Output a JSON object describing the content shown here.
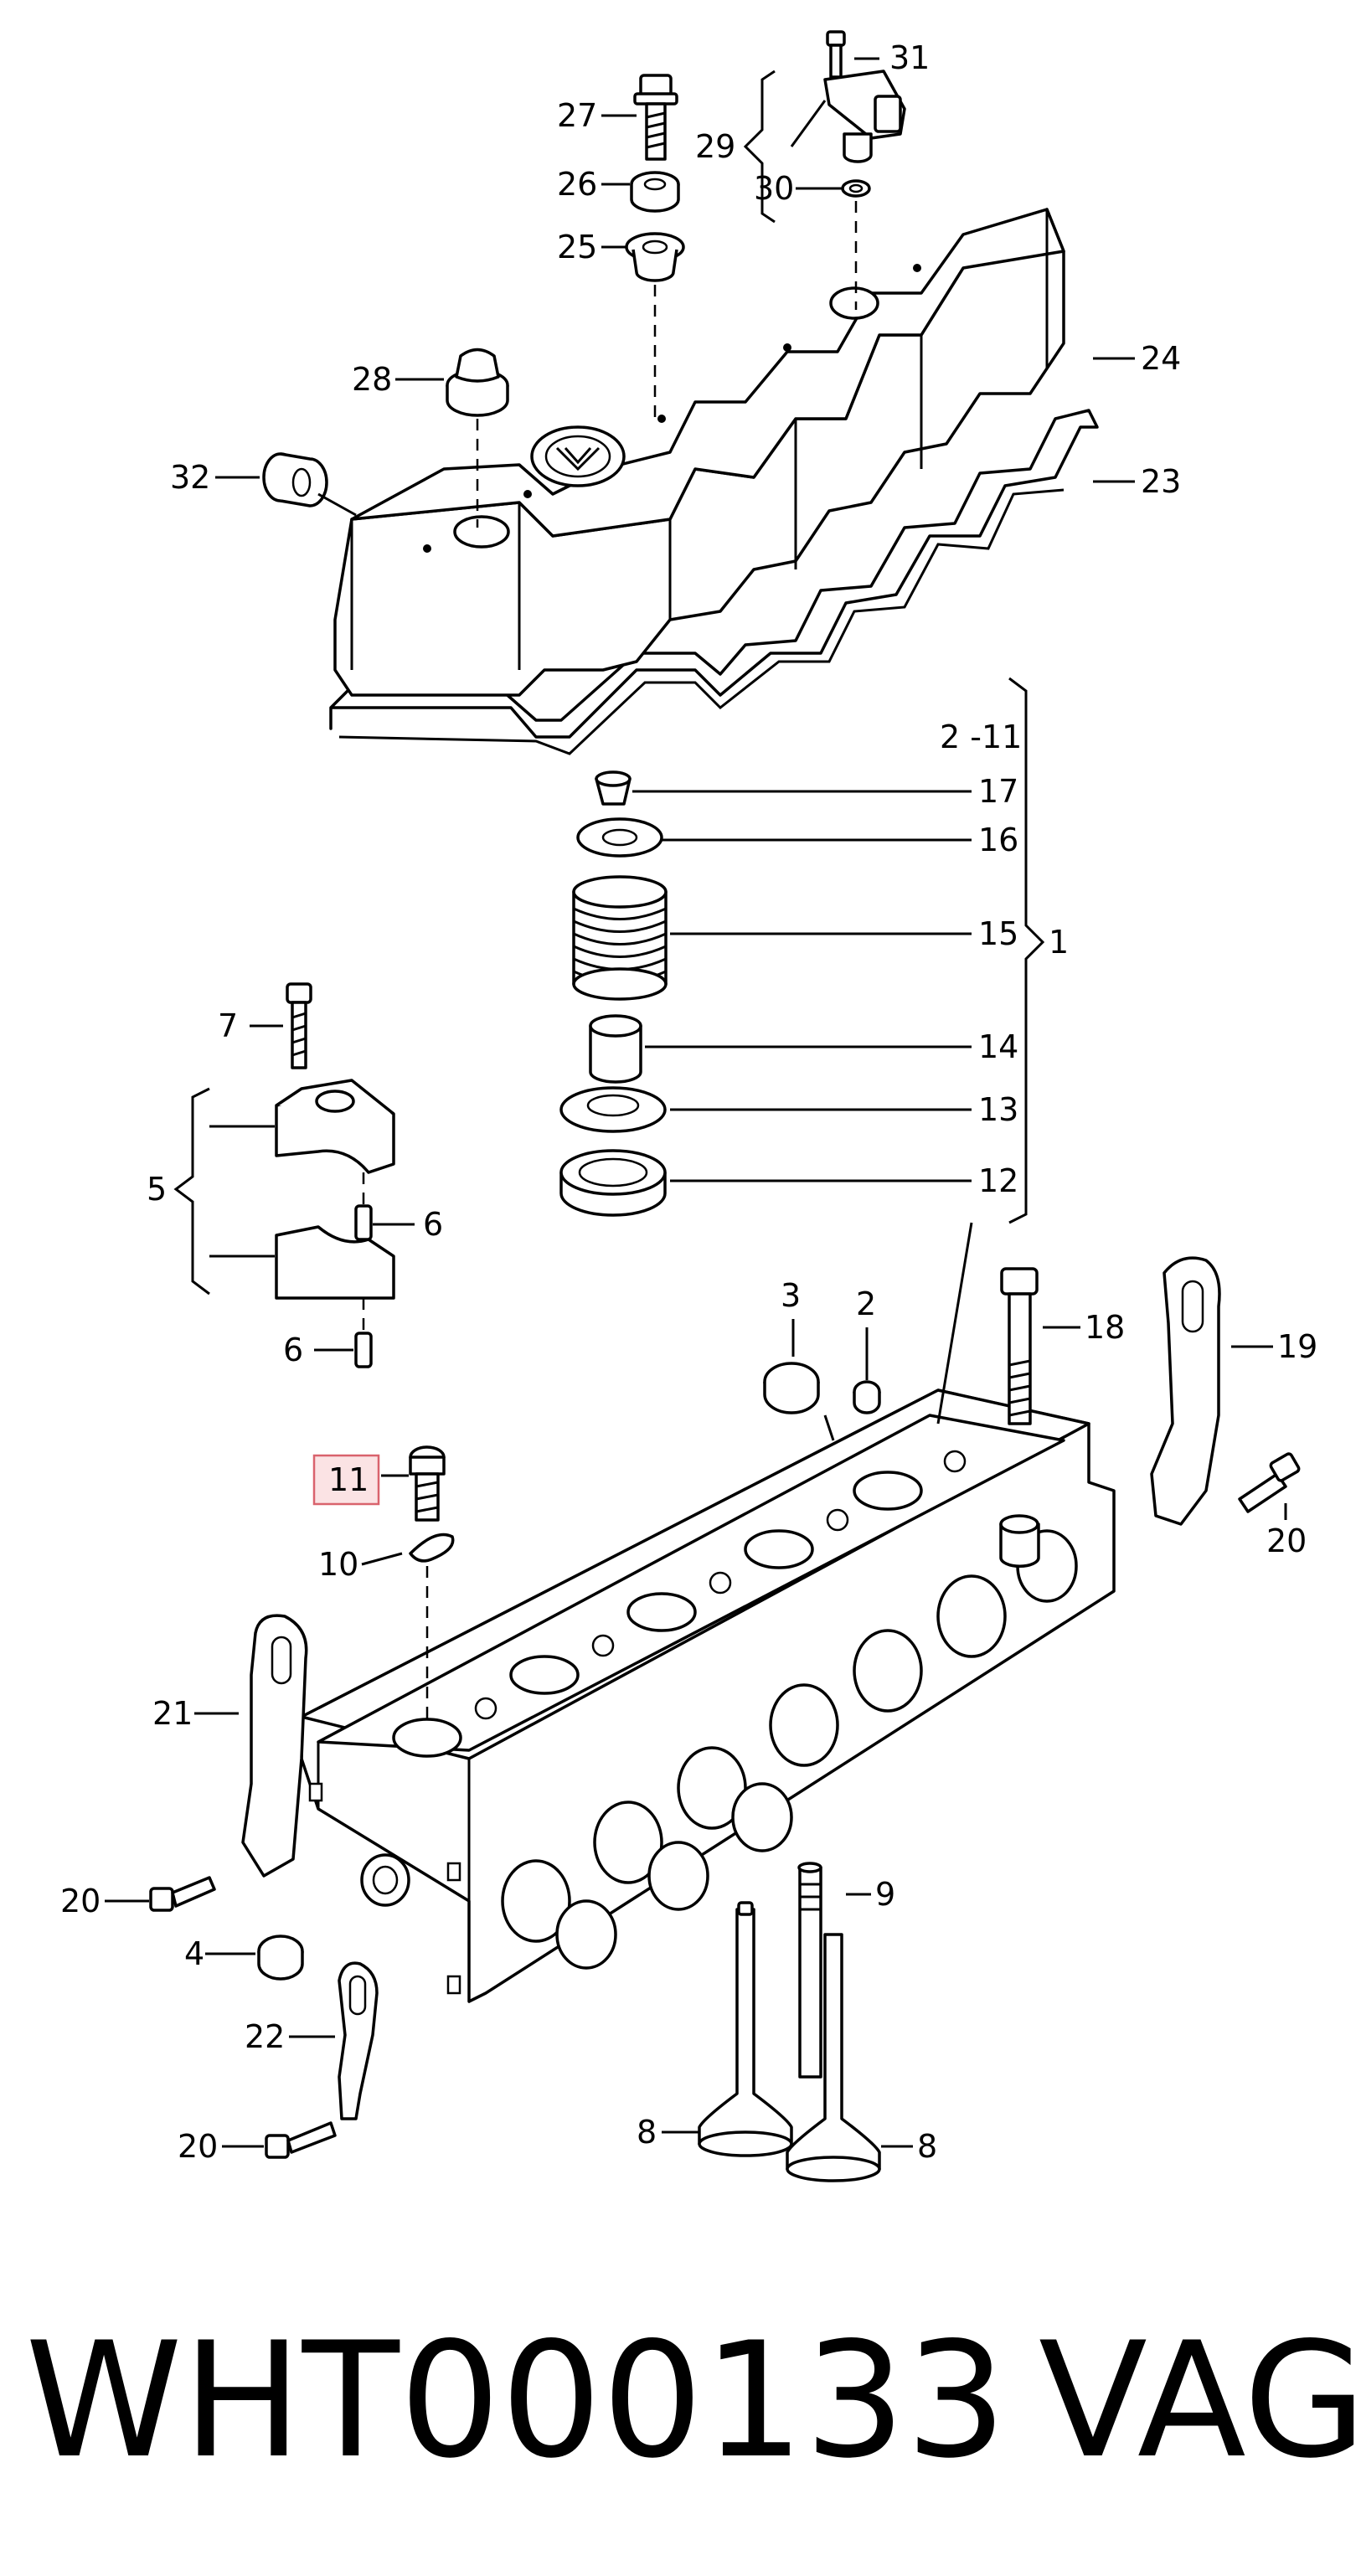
{
  "diagram": {
    "callouts": {
      "c1": "1",
      "c2": "2",
      "c2_11": "2 -11",
      "c3": "3",
      "c4": "4",
      "c5": "5",
      "c6a": "6",
      "c6b": "6",
      "c7": "7",
      "c8a": "8",
      "c8b": "8",
      "c9": "9",
      "c10": "10",
      "c11": "11",
      "c12": "12",
      "c13": "13",
      "c14": "14",
      "c15": "15",
      "c16": "16",
      "c17": "17",
      "c18": "18",
      "c19": "19",
      "c20a": "20",
      "c20b": "20",
      "c20c": "20",
      "c21": "21",
      "c22": "22",
      "c23": "23",
      "c24": "24",
      "c25": "25",
      "c26": "26",
      "c27": "27",
      "c28": "28",
      "c29": "29",
      "c30": "30",
      "c31": "31",
      "c32": "32"
    },
    "highlighted_callout": "11",
    "highlight_color": "#d9636d"
  },
  "caption": {
    "part_number": "WHT000133",
    "brand": "VAG"
  }
}
